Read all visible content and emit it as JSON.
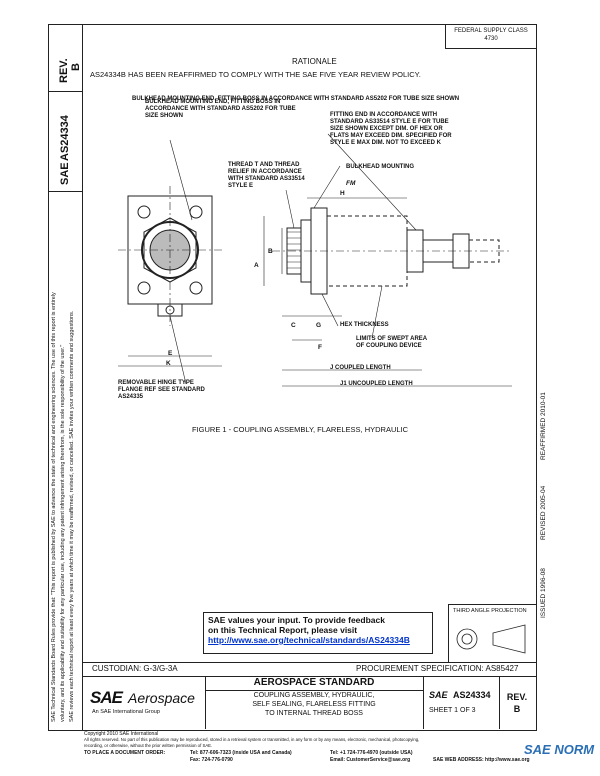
{
  "header": {
    "form_number": "FEDERAL SUPPLY CLASS",
    "form_number2": "4730",
    "rationale_heading": "RATIONALE",
    "rationale_text": "AS24334B HAS BEEN REAFFIRMED TO COMPLY WITH THE SAE FIVE YEAR REVIEW POLICY."
  },
  "left_column": {
    "rev_label": "REV.",
    "rev_value": "B",
    "doc_number": "AS24334",
    "sae_logo": "SAE",
    "notice_line1": "SAE Technical Standards Board Rules provide that: \"This report is published by SAE to advance the state of technical and engineering sciences. The use of this report is entirely",
    "notice_line2": "voluntary, and its applicability and suitability for any particular use, including any patent infringement arising therefrom, is the sole responsibility of the user.\"",
    "notice_line3": "SAE reviews each technical report at least every five years at which time it may be reaffirmed, revised, or cancelled. SAE invites your written comments and suggestions."
  },
  "right_margin": {
    "stamp1": "ISSUED 1996-08",
    "stamp2": "REVISED 2005-04",
    "stamp3": "REAFFIRMED 2010-01"
  },
  "drawing": {
    "callout_bulkhead_end": "BULKHEAD MOUNTING END, FITTING BOSS IN ACCORDANCE WITH STANDARD AS5202 FOR TUBE SIZE SHOWN",
    "callout_fitting_end": "FITTING END IN ACCORDANCE WITH STANDARD AS33514 STYLE E FOR TUBE SIZE SHOWN EXCEPT DIM. OF HEX OR FLATS MAY EXCEED DIM. SPECIFIED FOR STYLE E MAX DIM. NOT TO EXCEED K",
    "callout_thread": "THREAD T AND THREAD RELIEF IN ACCORDANCE WITH STANDARD AS33514 STYLE E",
    "callout_bulkhead_mounting": "BULKHEAD MOUNTING",
    "callout_hex_thickness": "HEX THICKNESS",
    "callout_limits": "LIMITS OF SWEPT AREA OF COUPLING DEVICE",
    "callout_j_coupled": "J COUPLED LENGTH",
    "callout_j1_uncoupled": "J1 UNCOUPLED LENGTH",
    "callout_hinge": "REMOVABLE HINGE TYPE FLANGE REF SEE STANDARD AS24335",
    "dim_h": "H",
    "dim_fm": "FM",
    "dim_b": "B",
    "dim_a": "A",
    "dim_c": "C",
    "dim_g": "G",
    "dim_f": "F",
    "dim_e": "E",
    "dim_k": "K",
    "figure_caption": "FIGURE 1 - COUPLING ASSEMBLY, FLARELESS, HYDRAULIC"
  },
  "projection": {
    "label": "THIRD ANGLE PROJECTION"
  },
  "feedback": {
    "line1": "SAE values your input. To provide feedback",
    "line2": "on this Technical Report, please visit",
    "link": "http://www.sae.org/technical/standards/AS24334B"
  },
  "title_block": {
    "custodian": "CUSTODIAN: G-3/G-3A",
    "procurement": "PROCUREMENT SPECIFICATION: AS85427",
    "logo_sae": "SAE",
    "logo_aerospace": "Aerospace",
    "logo_tagline": "An SAE International Group",
    "standard_heading": "AEROSPACE STANDARD",
    "title_line1": "COUPLING ASSEMBLY, HYDRAULIC,",
    "title_line2": "SELF SEALING, FLARELESS FITTING",
    "title_line3": "TO INTERNAL THREAD BOSS",
    "doc_sae": "SAE",
    "doc_number": "AS24334",
    "sheet": "SHEET 1 OF 3",
    "rev_label": "REV.",
    "rev_value": "B"
  },
  "footer": {
    "copyright": "Copyright 2010 SAE International",
    "rights1": "All rights reserved. No part of this publication may be reproduced, stored in a retrieval system or transmitted, in any form or by any means, electronic, mechanical, photocopying,",
    "rights2": "recording, or otherwise, without the prior written permission of SAE.",
    "order_label": "TO PLACE A DOCUMENT ORDER:",
    "tel1": "Tel:  877-606-7323 (inside USA and Canada)",
    "tel2": "Tel:  +1 724-776-4970 (outside USA)",
    "fax": "Fax:  724-776-0790",
    "email": "Email: CustomerService@sae.org",
    "web": "SAE WEB ADDRESS:  http://www.sae.org",
    "watermark": "SAE NORM"
  }
}
